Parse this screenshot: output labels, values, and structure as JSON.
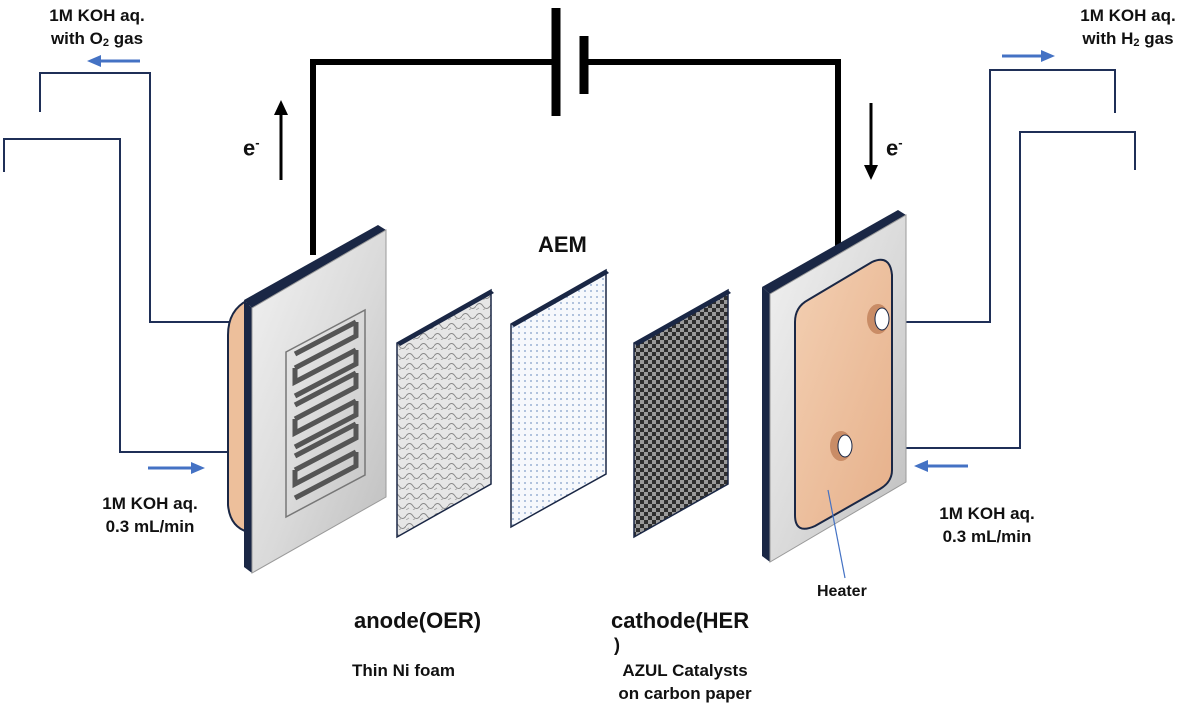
{
  "labels": {
    "top_left_line1": "1M KOH aq.",
    "top_left_line2_prefix": "with O",
    "top_left_line2_sub": "2",
    "top_left_line2_suffix": " gas",
    "top_right_line1": "1M KOH aq.",
    "top_right_line2_prefix": "with H",
    "top_right_line2_sub": "2",
    "top_right_line2_suffix": " gas",
    "left_inlet_line1": "1M KOH aq.",
    "left_inlet_line2": "0.3 mL/min",
    "right_inlet_line1": "1M KOH aq.",
    "right_inlet_line2": "0.3 mL/min",
    "electron_left": "e",
    "electron_left_sup": "-",
    "electron_right": "e",
    "electron_right_sup": "-",
    "aem": "AEM",
    "anode": "anode(OER)",
    "anode_sub": "Thin Ni foam",
    "cathode": "cathode(HER",
    "cathode_paren": ")",
    "cathode_sub_line1": "AZUL Catalysts",
    "cathode_sub_line2": "on carbon paper",
    "heater": "Heater"
  },
  "colors": {
    "wire": "#000000",
    "tube": "#1f2f57",
    "arrow_blue": "#4472c4",
    "plate_front": "#e3e3e3",
    "plate_dark": "#1a2745",
    "heater_copper": "#edbf9b",
    "ni_foam": "#e2e2e2",
    "membrane": "#f4f7fb",
    "carbon_paper": "#3a3a3a"
  }
}
